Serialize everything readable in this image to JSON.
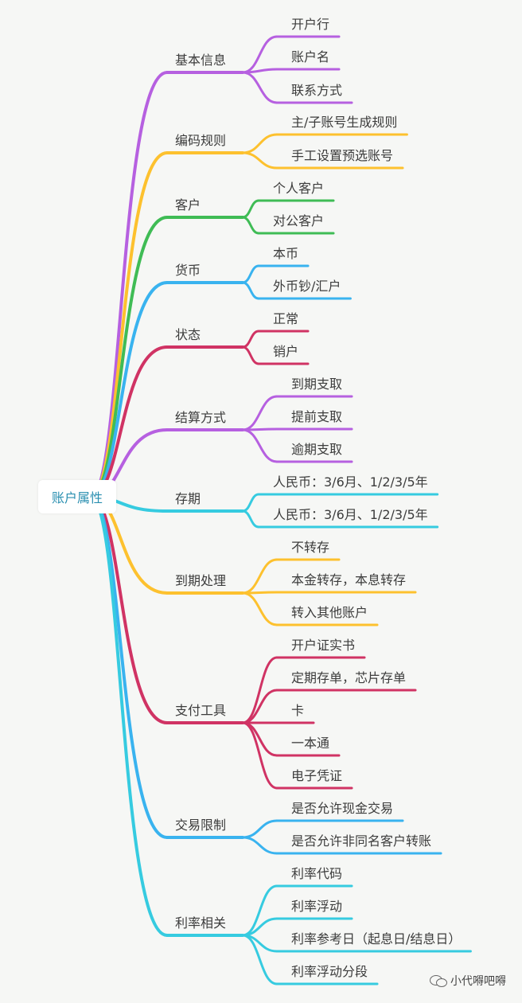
{
  "root": {
    "label": "账户属性"
  },
  "branches": [
    {
      "label": "基本信息",
      "color": "#b660e0",
      "children": [
        "开户行",
        "账户名",
        "联系方式"
      ]
    },
    {
      "label": "编码规则",
      "color": "#fdc12e",
      "children": [
        "主/子账号生成规则",
        "手工设置预选账号"
      ]
    },
    {
      "label": "客户",
      "color": "#3fbc55",
      "children": [
        "个人客户",
        "对公客户"
      ]
    },
    {
      "label": "货币",
      "color": "#39b3ef",
      "children": [
        "本币",
        "外币钞/汇户"
      ]
    },
    {
      "label": "状态",
      "color": "#d03364",
      "children": [
        "正常",
        "销户"
      ]
    },
    {
      "label": "结算方式",
      "color": "#b660e0",
      "children": [
        "到期支取",
        "提前支取",
        "逾期支取"
      ]
    },
    {
      "label": "存期",
      "color": "#36cbe0",
      "children": [
        "人民币：3/6月、1/2/3/5年",
        "人民币：3/6月、1/2/3/5年"
      ]
    },
    {
      "label": "到期处理",
      "color": "#fdc12e",
      "children": [
        "不转存",
        "本金转存，本息转存",
        "转入其他账户"
      ]
    },
    {
      "label": "支付工具",
      "color": "#d03364",
      "children": [
        "开户证实书",
        "定期存单，芯片存单",
        "卡",
        "一本通",
        "电子凭证"
      ]
    },
    {
      "label": "交易限制",
      "color": "#39b3ef",
      "children": [
        "是否允许现金交易",
        "是否允许非同名客户转账"
      ]
    },
    {
      "label": "利率相关",
      "color": "#36cbe0",
      "children": [
        "利率代码",
        "利率浮动",
        "利率参考日（起息日/结息日）",
        "利率浮动分段"
      ]
    }
  ],
  "watermark": {
    "text": "小代嘚吧嘚",
    "icon": "wechat-icon"
  }
}
